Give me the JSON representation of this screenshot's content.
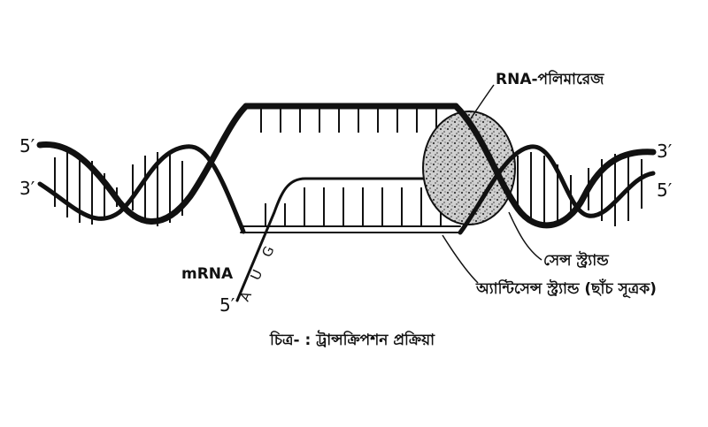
{
  "labels": {
    "rna_polymerase": "RNA-পলিমারেজ",
    "five_prime_left_top": "5′",
    "three_prime_left_bottom": "3′",
    "three_prime_right_top": "3′",
    "five_prime_right_bottom": "5′",
    "mrna": "mRNA",
    "mrna_five_prime": "5′",
    "codon_a": "A",
    "codon_u": "U",
    "codon_g": "G",
    "sense_strand": "সেন্স স্ট্র্যান্ড",
    "antisense_strand": "অ্যান্টিসেন্স স্ট্র্যান্ড (ছাঁচ সূত্রক)",
    "caption": "চিত্র- : ট্রান্সক্রিপশন প্রক্রিয়া"
  }
}
